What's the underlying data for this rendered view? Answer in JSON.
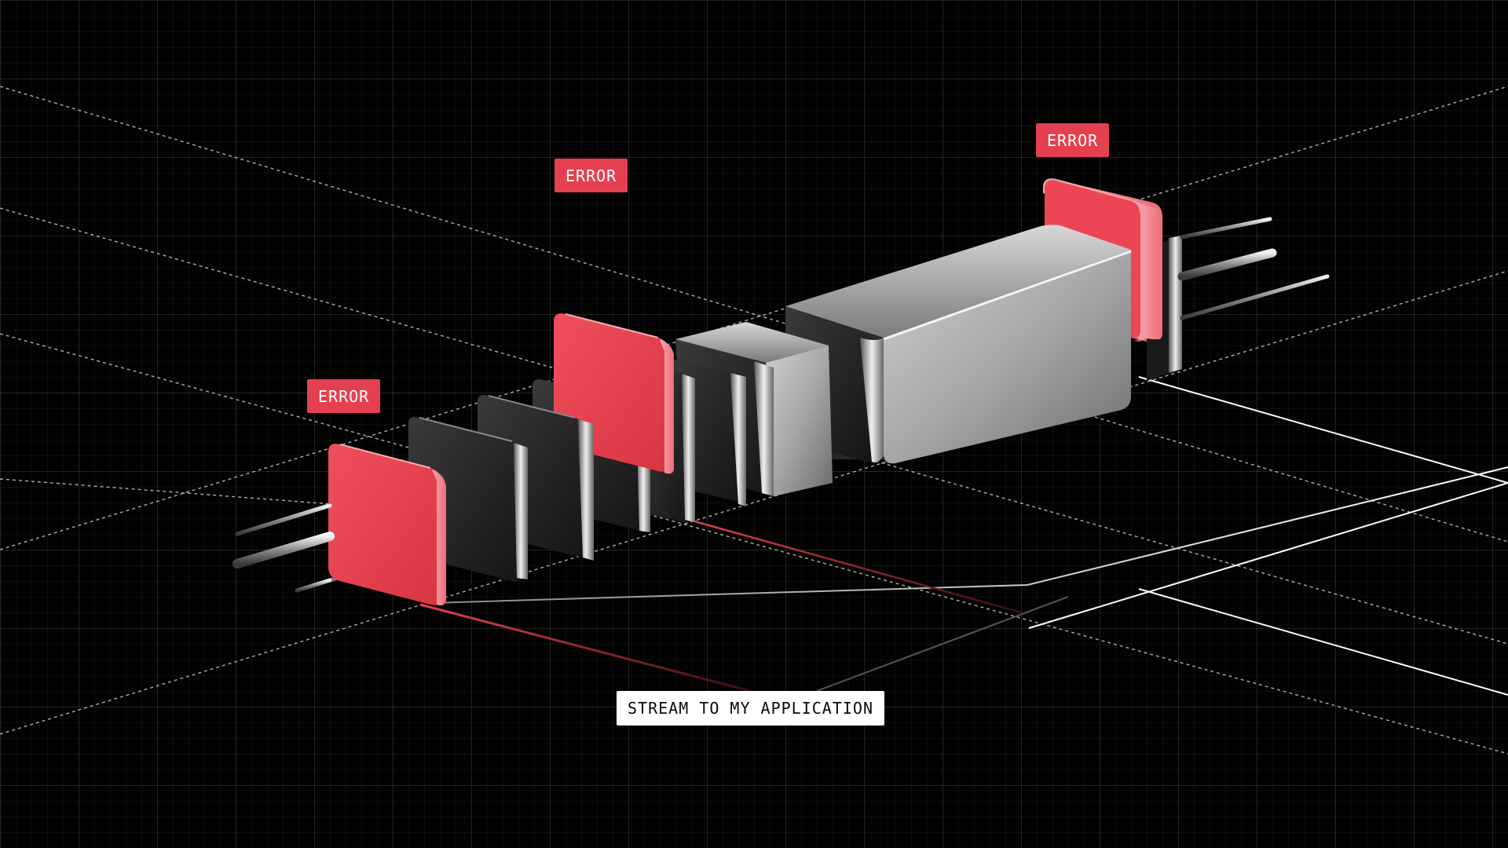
{
  "labels": {
    "error_left": "ERROR",
    "error_middle": "ERROR",
    "error_right": "ERROR",
    "stream": "STREAM TO MY APPLICATION"
  },
  "colors": {
    "background": "#020202",
    "error_red": "#e5404f",
    "metal_dark": "#2a2a2a",
    "metal_light": "#b8b8b8",
    "label_white": "#ffffff"
  }
}
